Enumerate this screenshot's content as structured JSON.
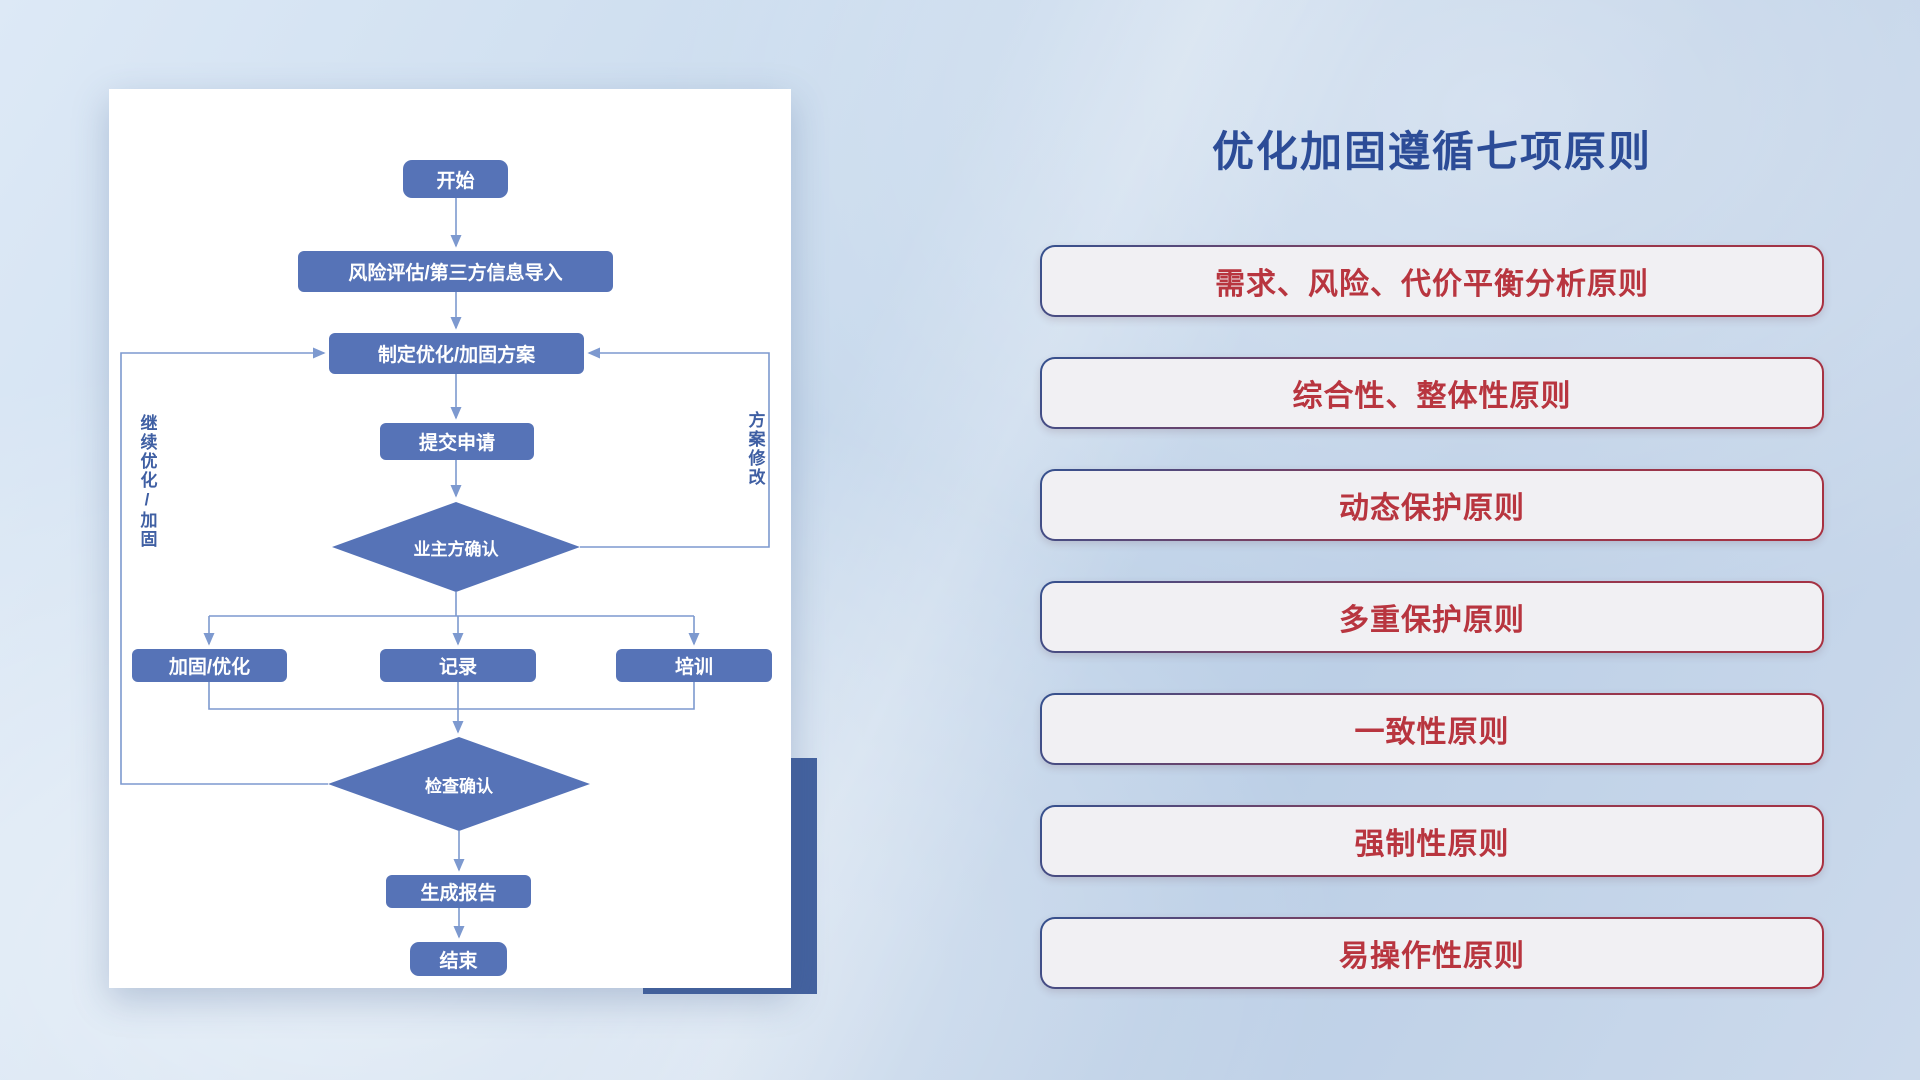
{
  "flowchart": {
    "nodes": {
      "start": "开始",
      "risk_assess": "风险评估/第三方信息导入",
      "make_plan": "制定优化/加固方案",
      "submit": "提交申请",
      "owner_confirm": "业主方确认",
      "reinforce": "加固/优化",
      "record": "记录",
      "train": "培训",
      "check_confirm": "检查确认",
      "report": "生成报告",
      "end": "结束"
    },
    "labels": {
      "continue_loop": "继续优化/加固",
      "modify_loop": "方案修改"
    }
  },
  "principles": {
    "title": "优化加固遵循七项原则",
    "items": [
      {
        "label": "需求、风险、代价平衡分析原则"
      },
      {
        "label": "综合性、整体性原则"
      },
      {
        "label": "动态保护原则"
      },
      {
        "label": "多重保护原则"
      },
      {
        "label": "一致性原则"
      },
      {
        "label": "强制性原则"
      },
      {
        "label": "易操作性原则"
      }
    ]
  },
  "colors": {
    "node_blue": "#5673b7",
    "connector_blue": "#7d99cf",
    "title_blue": "#2c4c97",
    "principle_red": "#b8353f",
    "accent_navy": "#44629f",
    "card_background": "#ffffff"
  }
}
